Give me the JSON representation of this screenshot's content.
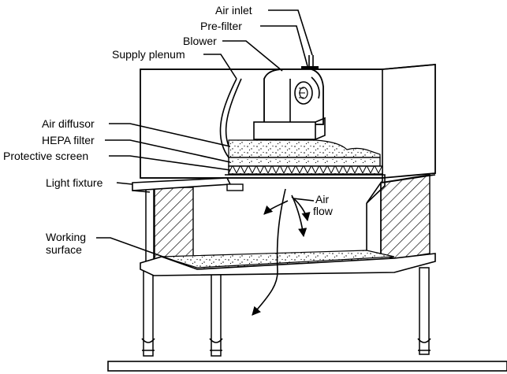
{
  "labels": {
    "air_inlet": "Air inlet",
    "pre_filter": "Pre-filter",
    "blower": "Blower",
    "supply_plenum": "Supply plenum",
    "air_diffusor": "Air diffusor",
    "hepa_filter": "HEPA filter",
    "protective_screen": "Protective screen",
    "light_fixture": "Light fixture",
    "working_surface_1": "Working",
    "working_surface_2": "surface",
    "air_flow_1": "Air",
    "air_flow_2": "flow"
  },
  "colors": {
    "ink": "#000000",
    "paper": "#ffffff"
  }
}
